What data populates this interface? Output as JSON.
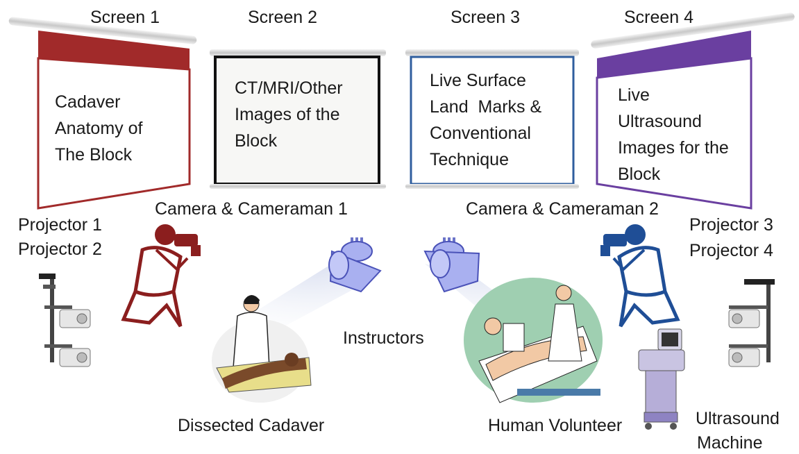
{
  "screens": [
    {
      "title": "Screen 1",
      "lines": [
        "Cadaver",
        "Anatomy of",
        "The Block"
      ],
      "color": "#9e2a2a"
    },
    {
      "title": "Screen 2",
      "lines": [
        "CT/MRI/Other",
        "Images of the",
        "Block"
      ],
      "color": "#111111"
    },
    {
      "title": "Screen 3",
      "lines": [
        "Live Surface",
        "Land  Marks &",
        "Conventional",
        "Technique"
      ],
      "color": "#2f5e9e"
    },
    {
      "title": "Screen 4",
      "lines": [
        "Live",
        "Ultrasound",
        "Images for the",
        "Block"
      ],
      "color": "#6a3fa0"
    }
  ],
  "labels": {
    "camera1": "Camera & Cameraman 1",
    "camera2": "Camera & Cameraman 2",
    "projector1": "Projector 1",
    "projector2": "Projector 2",
    "projector3": "Projector 3",
    "projector4": "Projector 4",
    "instructors": "Instructors",
    "dissected_cadaver": "Dissected Cadaver",
    "human_volunteer": "Human Volunteer",
    "ultrasound_machine_line1": "Ultrasound",
    "ultrasound_machine_line2": "Machine"
  }
}
